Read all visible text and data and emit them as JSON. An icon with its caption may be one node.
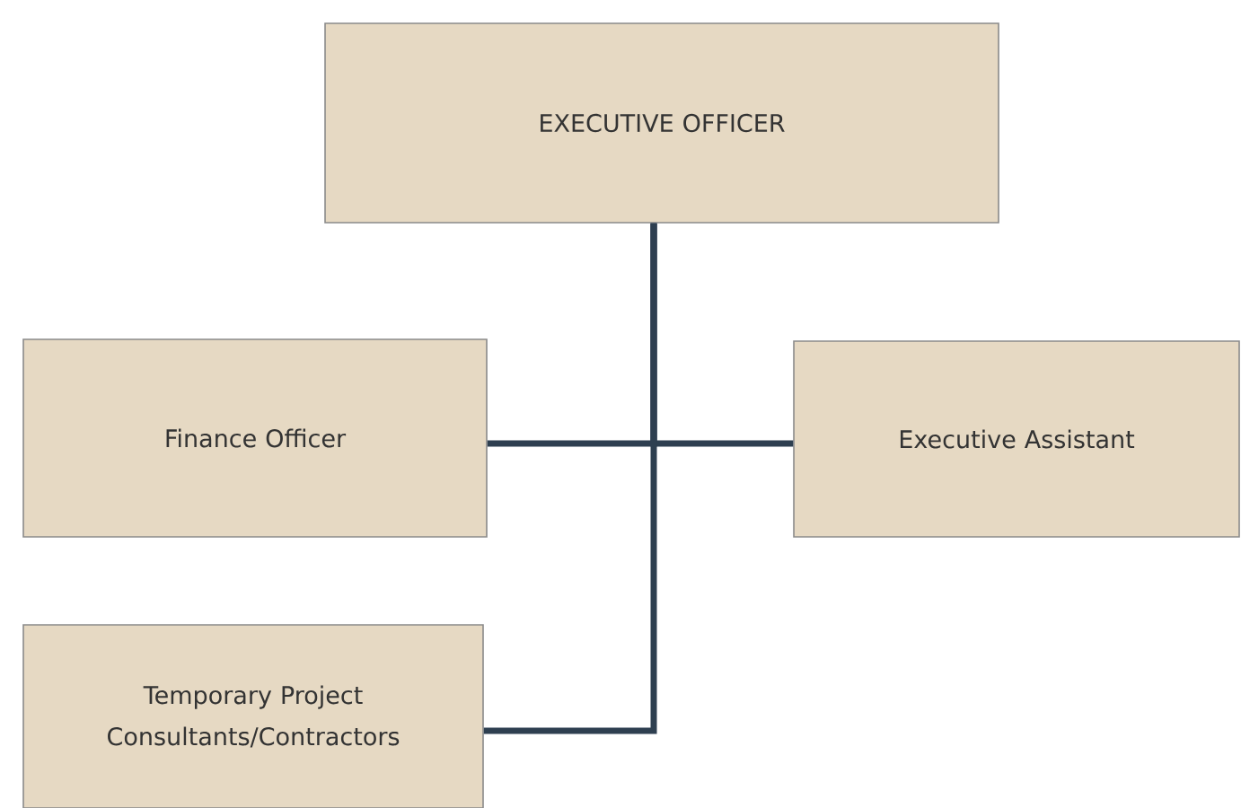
{
  "diagram": {
    "nodes": [
      {
        "text": [
          "EXECUTIVE OFFICER"
        ]
      },
      {
        "text": [
          "Finance Officer"
        ]
      },
      {
        "text": [
          "Executive Assistant"
        ]
      },
      {
        "text": [
          "Temporary Project Consultants/Contractors"
        ]
      }
    ],
    "edges": [
      {
        "from": 0,
        "to": 1,
        "arrow": "none"
      },
      {
        "from": 0,
        "to": 2,
        "arrow": "none"
      },
      {
        "from": 0,
        "to": 3,
        "arrow": "none"
      }
    ]
  }
}
